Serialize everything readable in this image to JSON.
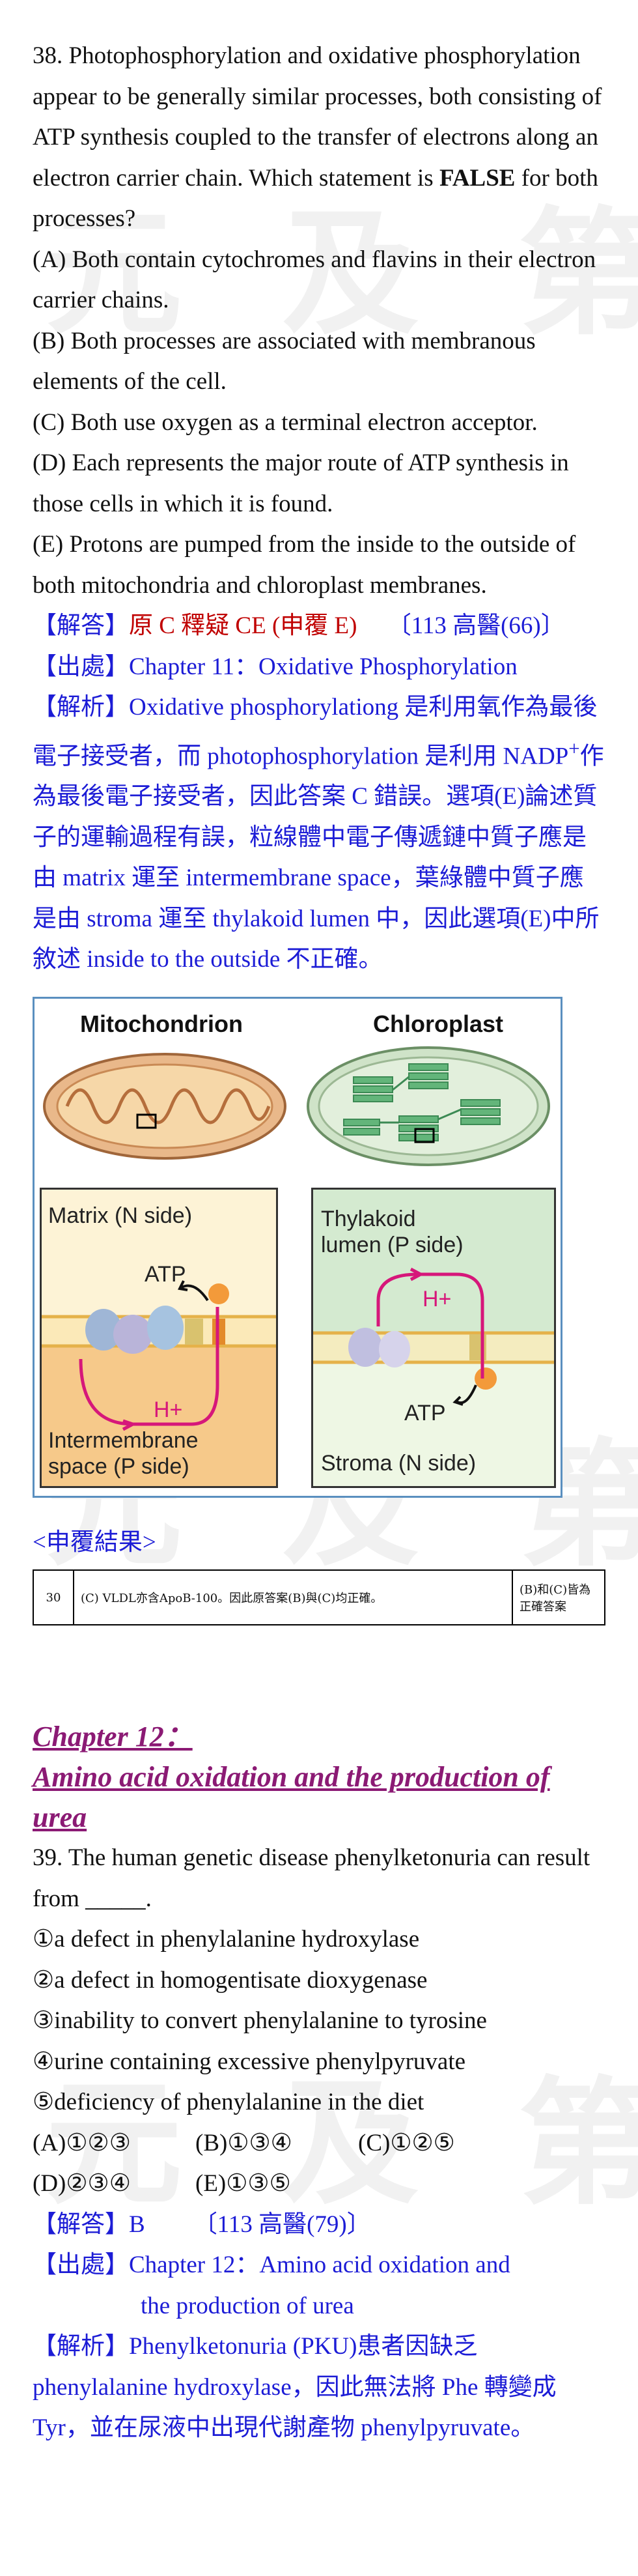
{
  "watermark": "元 及 第",
  "q38": {
    "stem_part1": "38. Photophosphorylation and oxidative phosphorylation appear to be generally similar processes, both consisting of ATP synthesis coupled to the transfer of electrons along an electron carrier chain. Which statement is ",
    "stem_bold": "FALSE",
    "stem_part2": " for both processes?",
    "options": [
      "(A) Both contain cytochromes and flavins in their electron carrier chains.",
      "(B) Both processes are associated with membranous elements of the cell.",
      "(C) Both use oxygen as a terminal electron acceptor.",
      "(D) Each represents the major route of ATP synthesis in those cells in which it is found.",
      "(E) Protons are pumped from the inside to the outside of both mitochondria and chloroplast membranes."
    ],
    "answer_tag": "【解答】",
    "answer_red": "原 C 釋疑 CE (申覆 E)",
    "answer_src": "〔113 高醫(66)〕",
    "source_tag": "【出處】",
    "source_text": "Chapter 11：Oxidative Phosphorylation",
    "analysis_tag": "【解析】",
    "analysis_text_1": "Oxidative phosphorylationg 是利用氧作為最後電子接受者，而 photophosphorylation 是利用 NADP",
    "analysis_sup": "+",
    "analysis_text_2": "作為最後電子接受者，因此答案 C 錯誤。選項(E)論述質子的運輸過程有誤，粒線體中電子傳遞鏈中質子應是由 matrix 運至 intermembrane space，葉綠體中質子應是由 stroma 運至 thylakoid lumen 中，因此選項(E)中所敘述 inside to the outside 不正確。"
  },
  "figure": {
    "left_title": "Mitochondrion",
    "right_title": "Chloroplast",
    "matrix_label": "Matrix (N side)",
    "ims_label_1": "Intermembrane",
    "ims_label_2": "space (P side)",
    "thylakoid_label_1": "Thylakoid",
    "thylakoid_label_2": "lumen (P side)",
    "stroma_label": "Stroma (N side)",
    "atp": "ATP",
    "hplus": "H+",
    "colors": {
      "mito_bg": "#fdf3d6",
      "ims_bg": "#f6c98a",
      "chloro_bg": "#d4ead0",
      "arrow": "#d6177a"
    }
  },
  "result": {
    "header": "<申覆結果>",
    "row_no": "30",
    "row_text": "(C) VLDL亦含ApoB-100。因此原答案(B)與(C)均正確。",
    "row_result": "(B)和(C)皆為正確答案"
  },
  "chapter12": {
    "title_1": "Chapter 12：",
    "title_2": "Amino acid oxidation and the production of urea"
  },
  "q39": {
    "stem": "39. The human genetic disease phenylketonuria can result from _____.",
    "items": [
      "①a defect in phenylalanine hydroxylase",
      "②a defect in homogentisate dioxygenase",
      "③inability to convert phenylalanine to tyrosine",
      "④urine containing excessive phenylpyruvate",
      "⑤deficiency of phenylalanine in the diet"
    ],
    "choices_1": [
      "(A)①②③",
      "(B)①③④",
      "(C)①②⑤"
    ],
    "choices_2": [
      "(D)②③④",
      "(E)①③⑤"
    ],
    "answer_tag": "【解答】",
    "answer": "B",
    "answer_src": "〔113 高醫(79)〕",
    "source_tag": "【出處】",
    "source_line_1": "Chapter 12：Amino acid oxidation and",
    "source_line_2": "the production of urea",
    "analysis_tag": "【解析】",
    "analysis_text": "Phenylketonuria (PKU)患者因缺乏 phenylalanine hydroxylase，因此無法將 Phe 轉變成 Tyr，並在尿液中出現代謝產物 phenylpyruvate。"
  }
}
